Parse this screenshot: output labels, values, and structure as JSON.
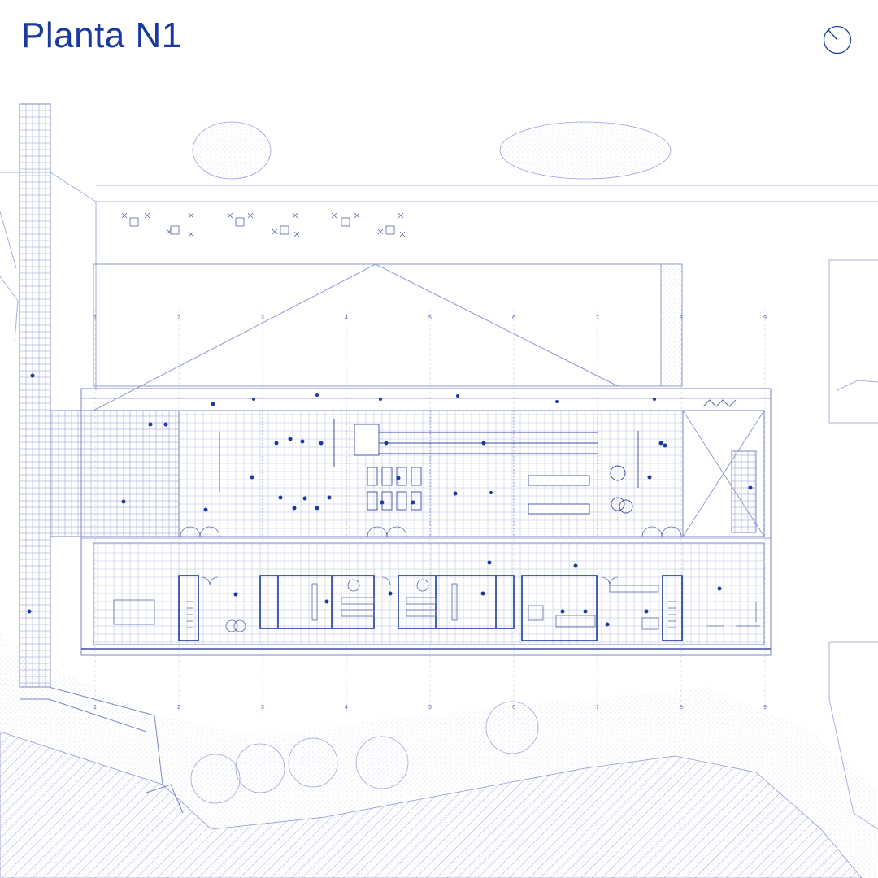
{
  "title": "Planta N1",
  "colors": {
    "ink": "#1a3aa0",
    "line": "#9aa3d6",
    "light_line": "#c9cdea",
    "hatch": "#b7bde3",
    "texture": "#dfe2f3"
  },
  "north_icon": "north-arrow-icon",
  "grid_axes_top": [
    "1",
    "2",
    "3",
    "4",
    "5",
    "6",
    "7",
    "8",
    "9"
  ],
  "grid_axes_bottom": [
    "1",
    "2",
    "3",
    "4",
    "5",
    "6",
    "7",
    "8",
    "9"
  ]
}
